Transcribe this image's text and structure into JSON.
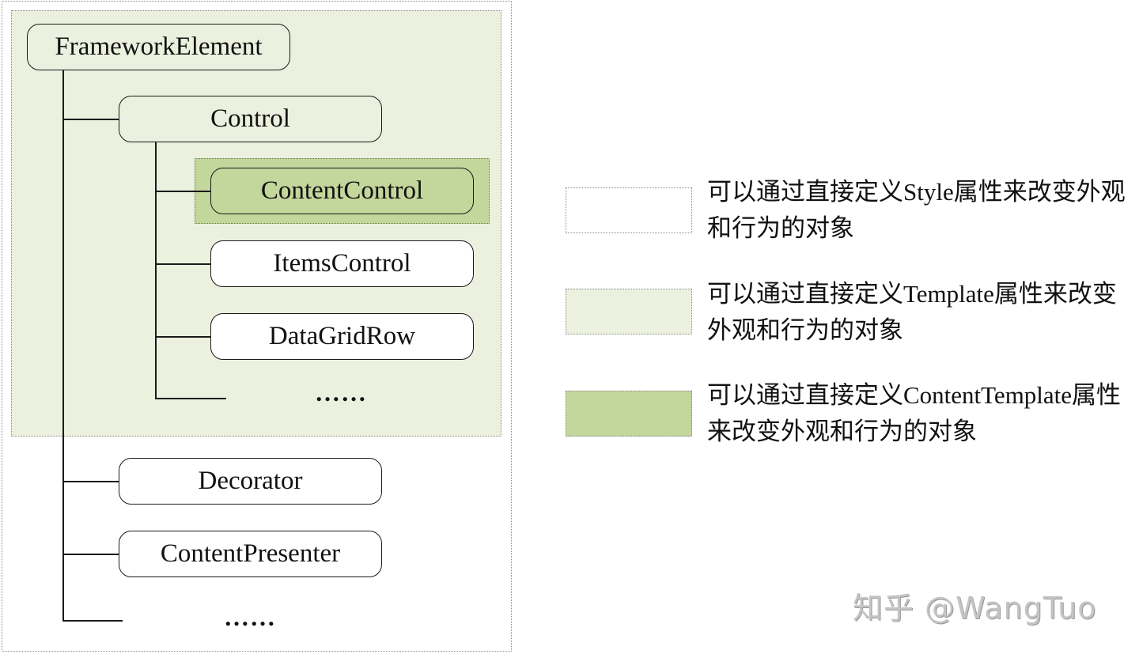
{
  "diagram": {
    "colors": {
      "style_region": "#ffffff",
      "template_region": "#ebf1de",
      "content_template_region": "#c3d69b",
      "border": "#1a1a1a"
    },
    "tree": {
      "root": "FrameworkElement",
      "control": "Control",
      "control_children": [
        "ContentControl",
        "ItemsControl",
        "DataGridRow"
      ],
      "control_more": "……",
      "other_children": [
        "Decorator",
        "ContentPresenter"
      ],
      "root_more": "……"
    },
    "legend": [
      {
        "color": "#ffffff",
        "text": "可以通过直接定义Style属性来改变外观和行为的对象"
      },
      {
        "color": "#ebf1de",
        "text": "可以通过直接定义Template属性来改变外观和行为的对象"
      },
      {
        "color": "#c3d69b",
        "text": "可以通过直接定义ContentTemplate属性来改变外观和行为的对象"
      }
    ],
    "watermark": "知乎 @WangTuo"
  }
}
